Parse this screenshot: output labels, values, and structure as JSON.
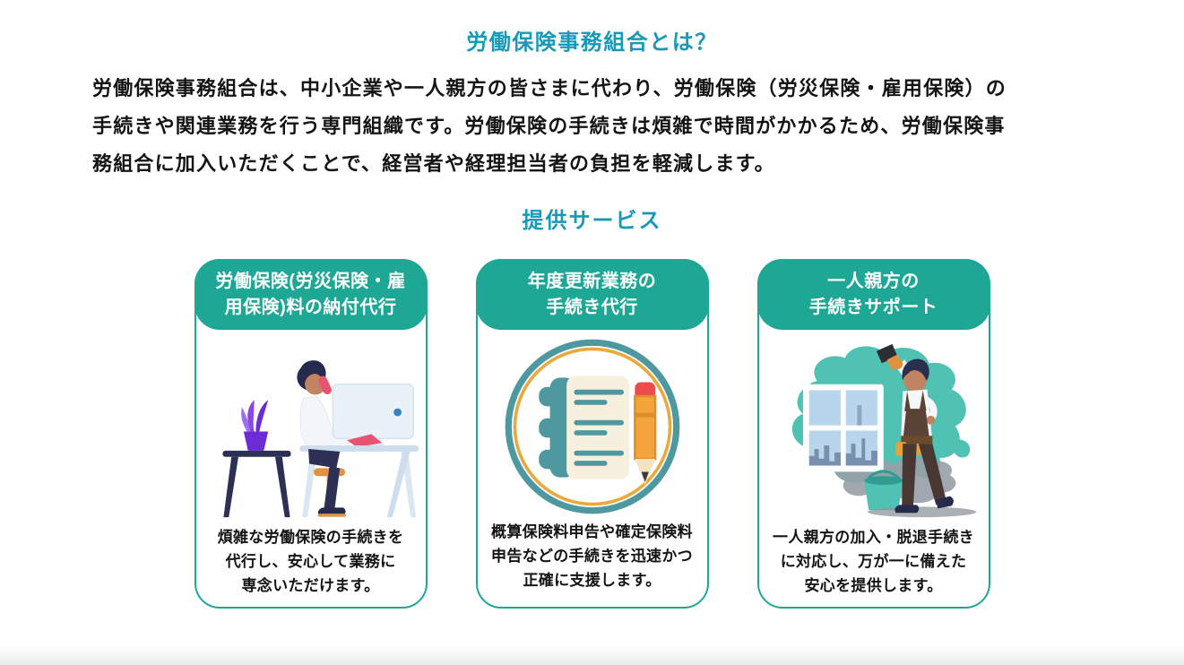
{
  "page": {
    "title": "労働保険事務組合とは？",
    "intro_lines": [
      "労働保険事務組合は、中小企業や一人親方の皆さまに代わり、労働保険（労災保険・雇用保険）の",
      "手続きや関連業務を行う専門組織です。労働保険の手続きは煩雑で時間がかかるため、労働保険事",
      "務組合に加入いただくことで、経営者や経理担当者の負担を軽減します。"
    ],
    "services_heading": "提供サービス"
  },
  "colors": {
    "heading_teal": "#1899b8",
    "card_teal": "#1ea795",
    "body_text": "#141414",
    "illustration_orange": "#e9a93d",
    "illustration_red": "#e8536f",
    "illustration_navy": "#2c3054"
  },
  "cards": [
    {
      "icon": "office-worker-desk-illustration",
      "title_lines": [
        "労働保険(労災保険・雇",
        "用保険)料の納付代行"
      ],
      "description_lines": [
        "煩雑な労働保険の手続きを",
        "代行し、安心して業務に",
        "専念いただけます。"
      ]
    },
    {
      "icon": "notebook-pencil-illustration",
      "title_lines": [
        "年度更新業務の",
        "手続き代行"
      ],
      "description_lines": [
        "概算保険料申告や確定保険料",
        "申告などの手続きを迅速かつ",
        "正確に支援します。"
      ]
    },
    {
      "icon": "painter-worker-illustration",
      "title_lines": [
        "一人親方の",
        "手続きサポート"
      ],
      "description_lines": [
        "一人親方の加入・脱退手続き",
        "に対応し、万が一に備えた",
        "安心を提供します。"
      ]
    }
  ]
}
